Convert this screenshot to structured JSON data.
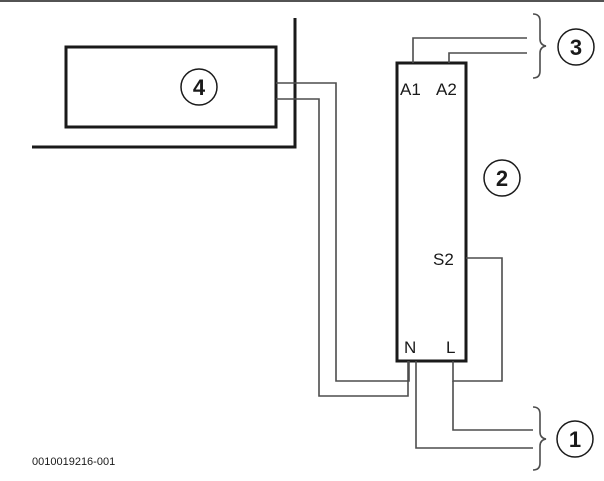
{
  "terminals": {
    "a1": "A1",
    "a2": "A2",
    "s2": "S2",
    "n": "N",
    "l": "L"
  },
  "callouts": {
    "c1": "1",
    "c2": "2",
    "c3": "3",
    "c4": "4"
  },
  "reference_code": "0010019216-001"
}
